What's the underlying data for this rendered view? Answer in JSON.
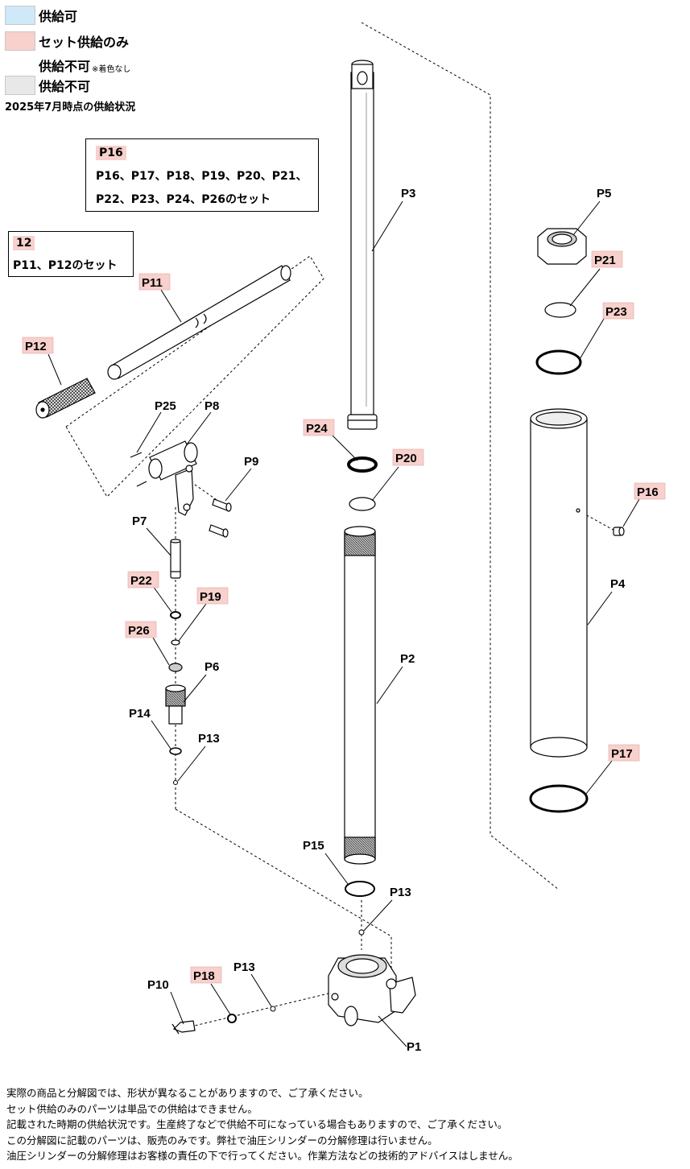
{
  "legend": {
    "items": [
      {
        "label": "供給可",
        "note": "",
        "color": "#cfe9f8"
      },
      {
        "label": "セット供給のみ",
        "note": "",
        "color": "#f8d0cc"
      },
      {
        "label": "供給不可",
        "note": "※着色なし",
        "color": ""
      },
      {
        "label": "供給不可",
        "note": "",
        "color": "#e8e8e8"
      }
    ],
    "status_date": "2025年7月時点の供給状況"
  },
  "sets": [
    {
      "code": "P16",
      "lines": [
        "P16、P17、P18、P19、P20、P21、",
        "P22、P23、P24、P26のセット"
      ]
    },
    {
      "code": "12",
      "lines": [
        "P11、P12のセット"
      ]
    }
  ],
  "parts": {
    "P1": "P1",
    "P2": "P2",
    "P3": "P3",
    "P4": "P4",
    "P5": "P5",
    "P6": "P6",
    "P7": "P7",
    "P8": "P8",
    "P9": "P9",
    "P10": "P10",
    "P11": "P11",
    "P12": "P12",
    "P13": "P13",
    "P14": "P14",
    "P15": "P15",
    "P16": "P16",
    "P17": "P17",
    "P18": "P18",
    "P19": "P19",
    "P20": "P20",
    "P21": "P21",
    "P22": "P22",
    "P23": "P23",
    "P24": "P24",
    "P25": "P25",
    "P26": "P26"
  },
  "notes": [
    "実際の商品と分解図では、形状が異なることがありますので、ご了承ください。",
    "セット供給のみのパーツは単品での供給はできません。",
    "記載された時期の供給状況です。生産終了などで供給不可になっている場合もありますので、ご了承ください。",
    "この分解図に記載のパーツは、販売のみです。弊社で油圧シリンダーの分解修理は行いません。",
    "油圧シリンダーの分解修理はお客様の責任の下で行ってください。作業方法などの技術的アドバイスはしません。"
  ]
}
